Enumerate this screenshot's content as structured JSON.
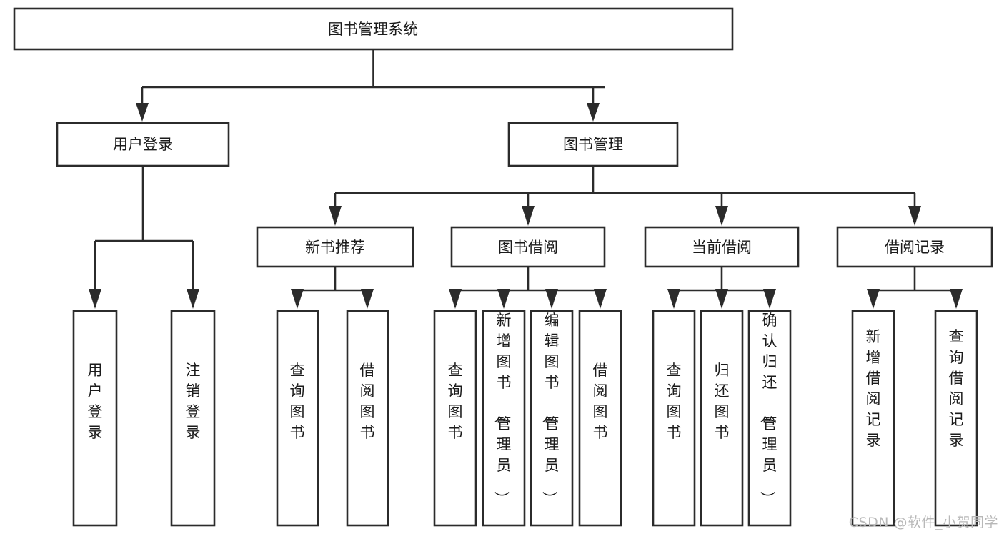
{
  "diagram": {
    "type": "tree-hierarchy",
    "title": "图书管理系统",
    "watermark": "CSDN @软件_小贺同学",
    "colors": {
      "stroke": "#2b2b2b",
      "fill": "#ffffff",
      "text": "#1b1b1b",
      "watermark": "#b8b8b8",
      "background": "#ffffff"
    },
    "root": {
      "id": "root",
      "label": "图书管理系统",
      "orientation": "horizontal"
    },
    "level2": [
      {
        "id": "user-login",
        "label": "用户登录",
        "orientation": "horizontal"
      },
      {
        "id": "book-manage",
        "label": "图书管理",
        "orientation": "horizontal"
      }
    ],
    "level3": [
      {
        "id": "new-book-recommend",
        "label": "新书推荐",
        "orientation": "horizontal",
        "parent": "book-manage"
      },
      {
        "id": "book-borrow",
        "label": "图书借阅",
        "orientation": "horizontal",
        "parent": "book-manage"
      },
      {
        "id": "current-borrow",
        "label": "当前借阅",
        "orientation": "horizontal",
        "parent": "book-manage"
      },
      {
        "id": "borrow-record",
        "label": "借阅记录",
        "orientation": "horizontal",
        "parent": "book-manage"
      }
    ],
    "leaves": [
      {
        "id": "leaf-user-login",
        "label": "用户登录",
        "orientation": "vertical",
        "parent": "user-login"
      },
      {
        "id": "leaf-user-logout",
        "label": "注销登录",
        "orientation": "vertical",
        "parent": "user-login"
      },
      {
        "id": "leaf-query-book-1",
        "label": "查询图书",
        "orientation": "vertical",
        "parent": "new-book-recommend"
      },
      {
        "id": "leaf-borrow-book-1",
        "label": "借阅图书",
        "orientation": "vertical",
        "parent": "new-book-recommend"
      },
      {
        "id": "leaf-query-book-2",
        "label": "查询图书",
        "orientation": "vertical",
        "parent": "book-borrow"
      },
      {
        "id": "leaf-add-book",
        "label": "新增图书（管理员）",
        "orientation": "vertical",
        "parent": "book-borrow"
      },
      {
        "id": "leaf-edit-book",
        "label": "编辑图书（管理员）",
        "orientation": "vertical",
        "parent": "book-borrow"
      },
      {
        "id": "leaf-borrow-book-2",
        "label": "借阅图书",
        "orientation": "vertical",
        "parent": "book-borrow"
      },
      {
        "id": "leaf-query-book-3",
        "label": "查询图书",
        "orientation": "vertical",
        "parent": "current-borrow"
      },
      {
        "id": "leaf-return-book",
        "label": "归还图书",
        "orientation": "vertical",
        "parent": "current-borrow"
      },
      {
        "id": "leaf-confirm-return",
        "label": "确认归还（管理员）",
        "orientation": "vertical",
        "parent": "current-borrow"
      },
      {
        "id": "leaf-add-record",
        "label": "新增借阅记录",
        "orientation": "vertical",
        "parent": "borrow-record"
      },
      {
        "id": "leaf-query-record",
        "label": "查询借阅记录",
        "orientation": "vertical",
        "parent": "borrow-record"
      }
    ]
  }
}
